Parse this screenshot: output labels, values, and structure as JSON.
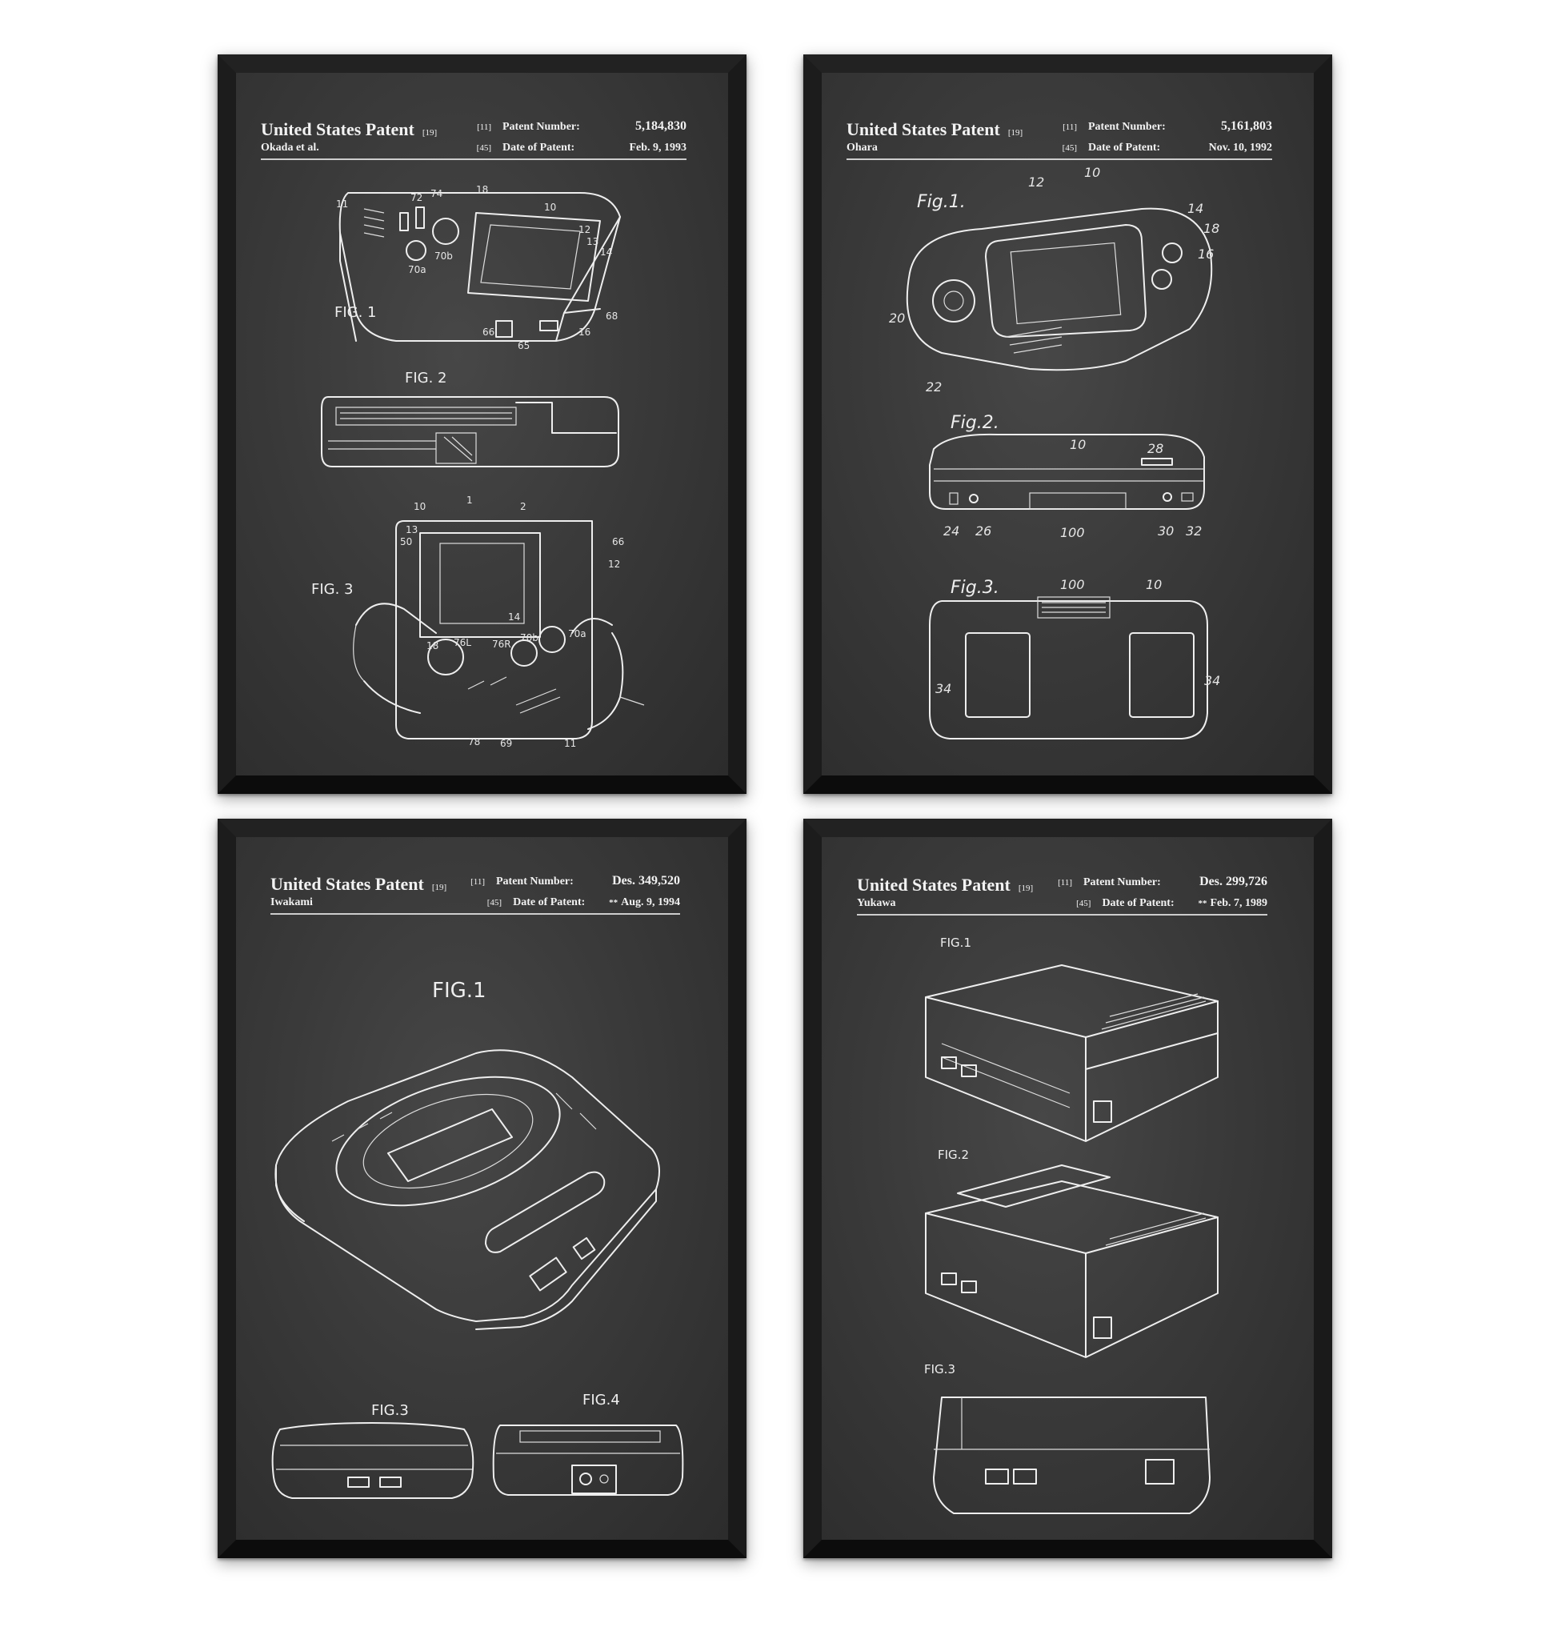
{
  "posters": [
    {
      "header": {
        "title": "United States Patent",
        "title_code": "[19]",
        "inventor": "Okada et al.",
        "number_code": "[11]",
        "number_label": "Patent Number:",
        "number": "5,184,830",
        "date_code": "[45]",
        "date_label": "Date of Patent:",
        "date": "Feb. 9, 1993"
      },
      "figures": [
        "FIG. 1",
        "FIG. 2",
        "FIG. 3"
      ],
      "callouts": [
        "11",
        "72",
        "74",
        "18",
        "10",
        "12",
        "13",
        "14",
        "70b",
        "70a",
        "66",
        "65",
        "16",
        "68",
        "1",
        "2",
        "50",
        "76L",
        "76R",
        "70a",
        "69",
        "78"
      ]
    },
    {
      "header": {
        "title": "United States Patent",
        "title_code": "[19]",
        "inventor": "Ohara",
        "number_code": "[11]",
        "number_label": "Patent Number:",
        "number": "5,161,803",
        "date_code": "[45]",
        "date_label": "Date of Patent:",
        "date": "Nov. 10, 1992"
      },
      "figures": [
        "Fig.1.",
        "Fig.2.",
        "Fig.3."
      ],
      "callouts": [
        "12",
        "10",
        "14",
        "18",
        "16",
        "20",
        "22",
        "10",
        "28",
        "24",
        "26",
        "100",
        "30",
        "32",
        "100",
        "10",
        "34",
        "34"
      ]
    },
    {
      "header": {
        "title": "United States Patent",
        "title_code": "[19]",
        "inventor": "Iwakami",
        "number_code": "[11]",
        "number_label": "Patent Number:",
        "number": "Des. 349,520",
        "date_code": "[45]",
        "date_label": "Date of Patent:",
        "date_prefix": "**",
        "date": "Aug. 9, 1994"
      },
      "figures": [
        "FIG.1",
        "FIG.3",
        "FIG.4"
      ]
    },
    {
      "header": {
        "title": "United States Patent",
        "title_code": "[19]",
        "inventor": "Yukawa",
        "number_code": "[11]",
        "number_label": "Patent Number:",
        "number": "Des. 299,726",
        "date_code": "[45]",
        "date_label": "Date of Patent:",
        "date_prefix": "**",
        "date": "Feb. 7, 1989"
      },
      "figures": [
        "FIG.1",
        "FIG.2",
        "FIG.3"
      ]
    }
  ]
}
